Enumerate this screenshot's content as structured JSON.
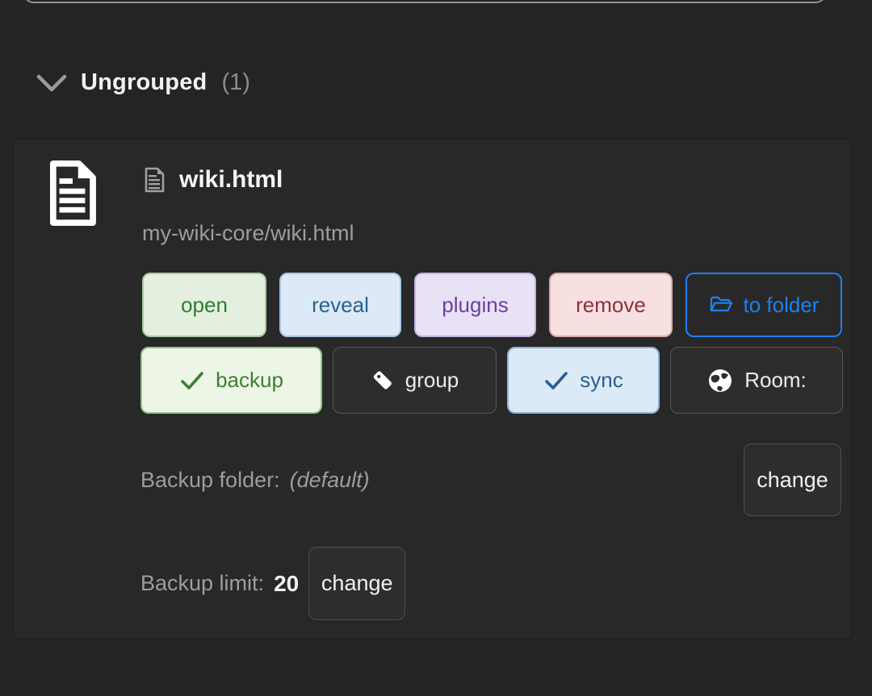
{
  "section": {
    "title": "Ungrouped",
    "count": "(1)"
  },
  "card": {
    "file_name": "wiki.html",
    "file_path": "my-wiki-core/wiki.html",
    "actions": {
      "open": "open",
      "reveal": "reveal",
      "plugins": "plugins",
      "remove": "remove",
      "to_folder": "to folder",
      "backup": "backup",
      "group": "group",
      "sync": "sync",
      "room": "Room:"
    },
    "toggles": {
      "backup_enabled": true,
      "sync_enabled": true
    },
    "backup_folder": {
      "label": "Backup folder:",
      "value": "(default)",
      "change": "change"
    },
    "backup_limit": {
      "label": "Backup limit:",
      "value": "20",
      "change": "change"
    }
  },
  "icons": {
    "chevron-down-icon": "collapse/expand chevron",
    "document-icon": "large white page with folded corner and text lines",
    "file-icon": "small gray page glyph beside file name",
    "folder-open-icon": "blue open folder outline in to-folder button",
    "check-icon": "checkmark showing enabled state on backup and sync",
    "tag-icon": "white label tag in group button",
    "globe-icon": "white globe in Room button"
  },
  "colors": {
    "page_bg": "#242424",
    "card_bg": "#282828",
    "accent_blue": "#1e80f0",
    "green_text": "#2e7d32",
    "blue_text": "#27618f",
    "purple_text": "#6a3fa3",
    "red_text": "#8e3038",
    "muted_text": "#9d9d9d"
  }
}
